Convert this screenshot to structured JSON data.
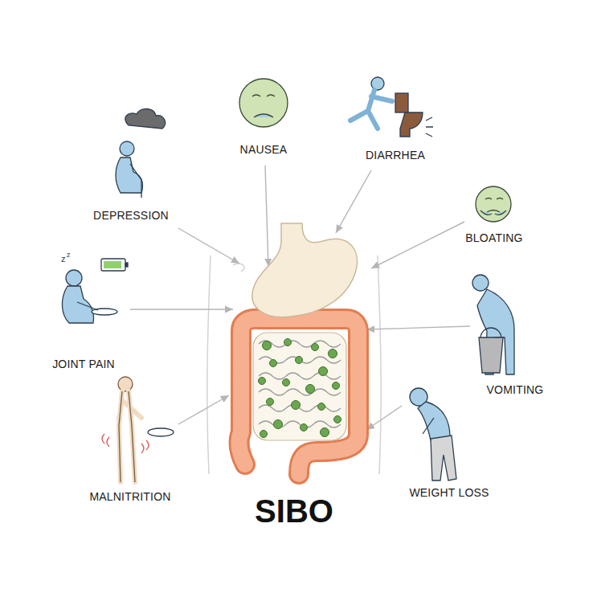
{
  "diagram": {
    "title": "SIBO",
    "labels": [
      "NAUSEA",
      "DIARRHEA",
      "DEPRESSION",
      "BLOATING",
      "JOINT PAIN",
      "VOMITING",
      "MALNITRITION",
      "WEIGHT LOSS"
    ]
  }
}
